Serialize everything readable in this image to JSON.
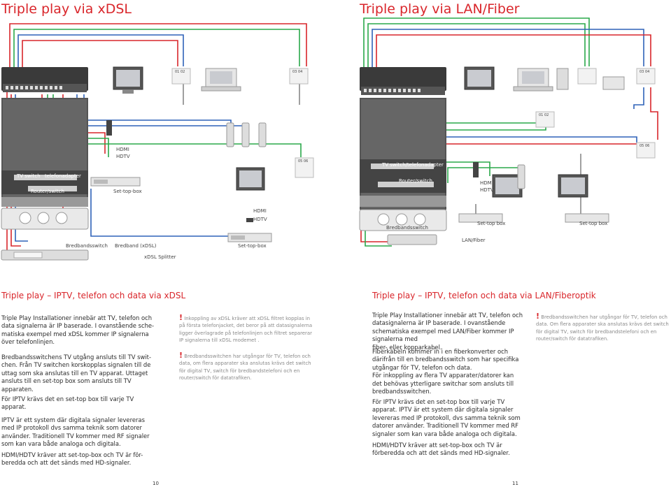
{
  "titles": {
    "left": "Triple play via xDSL",
    "right": "Triple play via LAN/Fiber"
  },
  "subtitles": {
    "left": "Triple play – IPTV, telefon och data via xDSL",
    "right": "Triple play – IPTV, telefon och data via LAN/Fiberoptik"
  },
  "outlets": {
    "o0102": "01  02",
    "o0304": "03  04",
    "o0506": "05  06"
  },
  "left_diagram": {
    "tv_switch": "TV switch",
    "telefonadapter": "telefonadapter",
    "router_switch": "Router/switch",
    "hdmi": "HDMI",
    "hdtv": "HDTV",
    "settopbox": "Set-top-box",
    "hdmi2": "HDMI",
    "hdtv2": "HDTV",
    "settopbox2": "Set-top-box",
    "bredbandsswitch": "Bredbandsswitch",
    "bredband_xdsl": "Bredband (xDSL)",
    "xdsl_splitter": "xDSL Splitter"
  },
  "right_diagram": {
    "tv_switch_telefonadapter": "TV switch/telefonadapter",
    "router_switch": "Router/switch",
    "hdmi": "HDMI",
    "hdtv": "HDTV",
    "bredbandsswitch": "Bredbandsswitch",
    "settopbox_a": "Set-top box",
    "settopbox_b": "Set-top box",
    "lan_fiber": "LAN/Fiber"
  },
  "left_text": {
    "p1": "Triple Play Installationer innebär att TV, telefon och\ndata signalerna är IP baserade. I ovanstående sche-\nmatiska exempel med xDSL kommer IP signalerna\növer telefonlinjen.",
    "p2": "Bredbandsswitchens TV utgång ansluts till TV swit-\nchen. Från TV switchen korskopplas signalen till de\nuttag som ska anslutas till en TV apparat. Uttaget\nansluts till en set-top box som ansluts till  TV\napparaten.",
    "p3": "För IPTV krävs det en set-top box till varje TV\napparat.",
    "p4": "IPTV är ett system där digitala signaler levereras\nmed IP protokoll dvs samma teknik som datorer\nanvänder. Traditionell TV kommer med RF signaler\nsom kan vara både analoga och digitala.",
    "p5": "HDMI/HDTV kräver att set-top-box och TV är för-\nberedda och att det sänds med HD-signaler."
  },
  "left_notes": {
    "n1": "Inkoppling av xDSL kräver att xDSL filtret kopplas in\npå första telefonjacket, det beror på att datasignalerna\nligger överlagrade på telefonlinjen och filtret separerar\nIP signalerna till xDSL modemet .",
    "n2": "Bredbandsswitchen har utgångar för TV, telefon och\ndata, om flera apparater ska anslutas krävs det switch\nför digital TV, switch för bredbandstelefoni och en\nrouter/switch för datatrafiken."
  },
  "right_text": {
    "p1": "Triple Play Installationer innebär att TV, telefon och\ndatasignalerna är IP baserade. I ovanstående\nschematiska exempel med LAN/Fiber kommer IP signalerna med\nfiber- eller kopparkabel.",
    "p2": "Fiberkabeln kommer in i en fiberkonverter och\ndärifrån till en bredbandsswitch som har specifika\nutgångar för TV, telefon och data.\nFör inkoppling av flera TV apparater/datorer kan\ndet behövas ytterligare switchar som ansluts till\nbredbandsswitchen.",
    "p3": "För IPTV krävs det en set-top box till varje TV\napparat. IPTV är ett system där digitala signaler\nlevereras med IP protokoll, dvs samma teknik som\ndatorer använder. Traditionell TV kommer med RF\nsignaler som kan vara både analoga och digitala.",
    "p4": "HDMI/HDTV kräver att set-top-box och TV är\nförberedda och att det sänds med HD-signaler."
  },
  "right_notes": {
    "n1": "Bredbandsswitchen har utgångar för TV, telefon och\ndata. Om flera apparater ska anslutas krävs det switch\nför digital TV, switch för bredbandstelefoni och en\nrouter/switch för datatrafiken."
  },
  "page_numbers": {
    "left": "10",
    "right": "11"
  },
  "colors": {
    "accent_red": "#d9262b",
    "cable_green": "#2aa84a",
    "cable_blue": "#2f62b8",
    "rack": "#3a3a3a"
  }
}
